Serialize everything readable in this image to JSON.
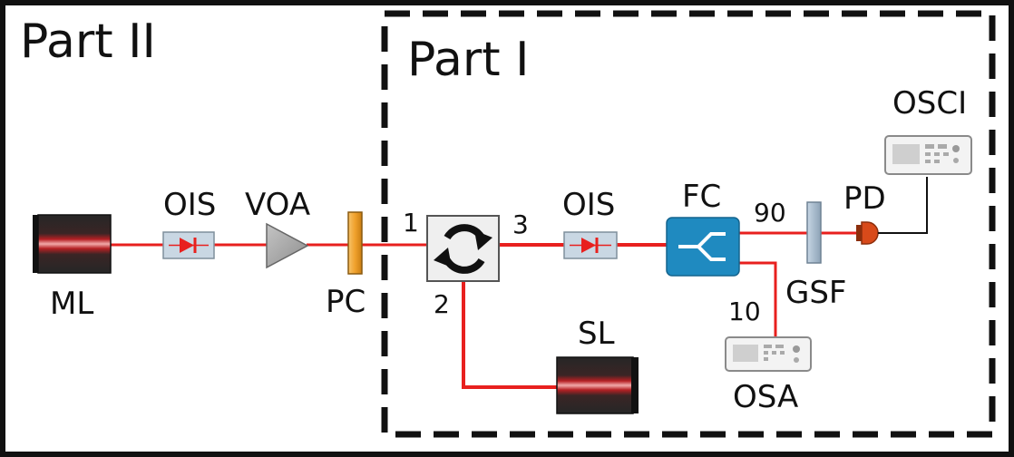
{
  "regions": {
    "outer_label": "Part II",
    "inner_label": "Part I"
  },
  "components": {
    "ml": "ML",
    "ois_left": "OIS",
    "voa": "VOA",
    "pc": "PC",
    "sl": "SL",
    "ois_right": "OIS",
    "fc": "FC",
    "gsf": "GSF",
    "pd": "PD",
    "osci": "OSCI",
    "osa": "OSA"
  },
  "ports": {
    "circulator_1": "1",
    "circulator_2": "2",
    "circulator_3": "3",
    "coupler_90": "90",
    "coupler_10": "10"
  },
  "colors": {
    "fiber": "#e8201e",
    "coupler": "#1f8ac0",
    "pc": "#f0a12c",
    "laser_body": "#2b2b2b",
    "laser_stripe": "#d6282b",
    "pd": "#d84a1a"
  }
}
